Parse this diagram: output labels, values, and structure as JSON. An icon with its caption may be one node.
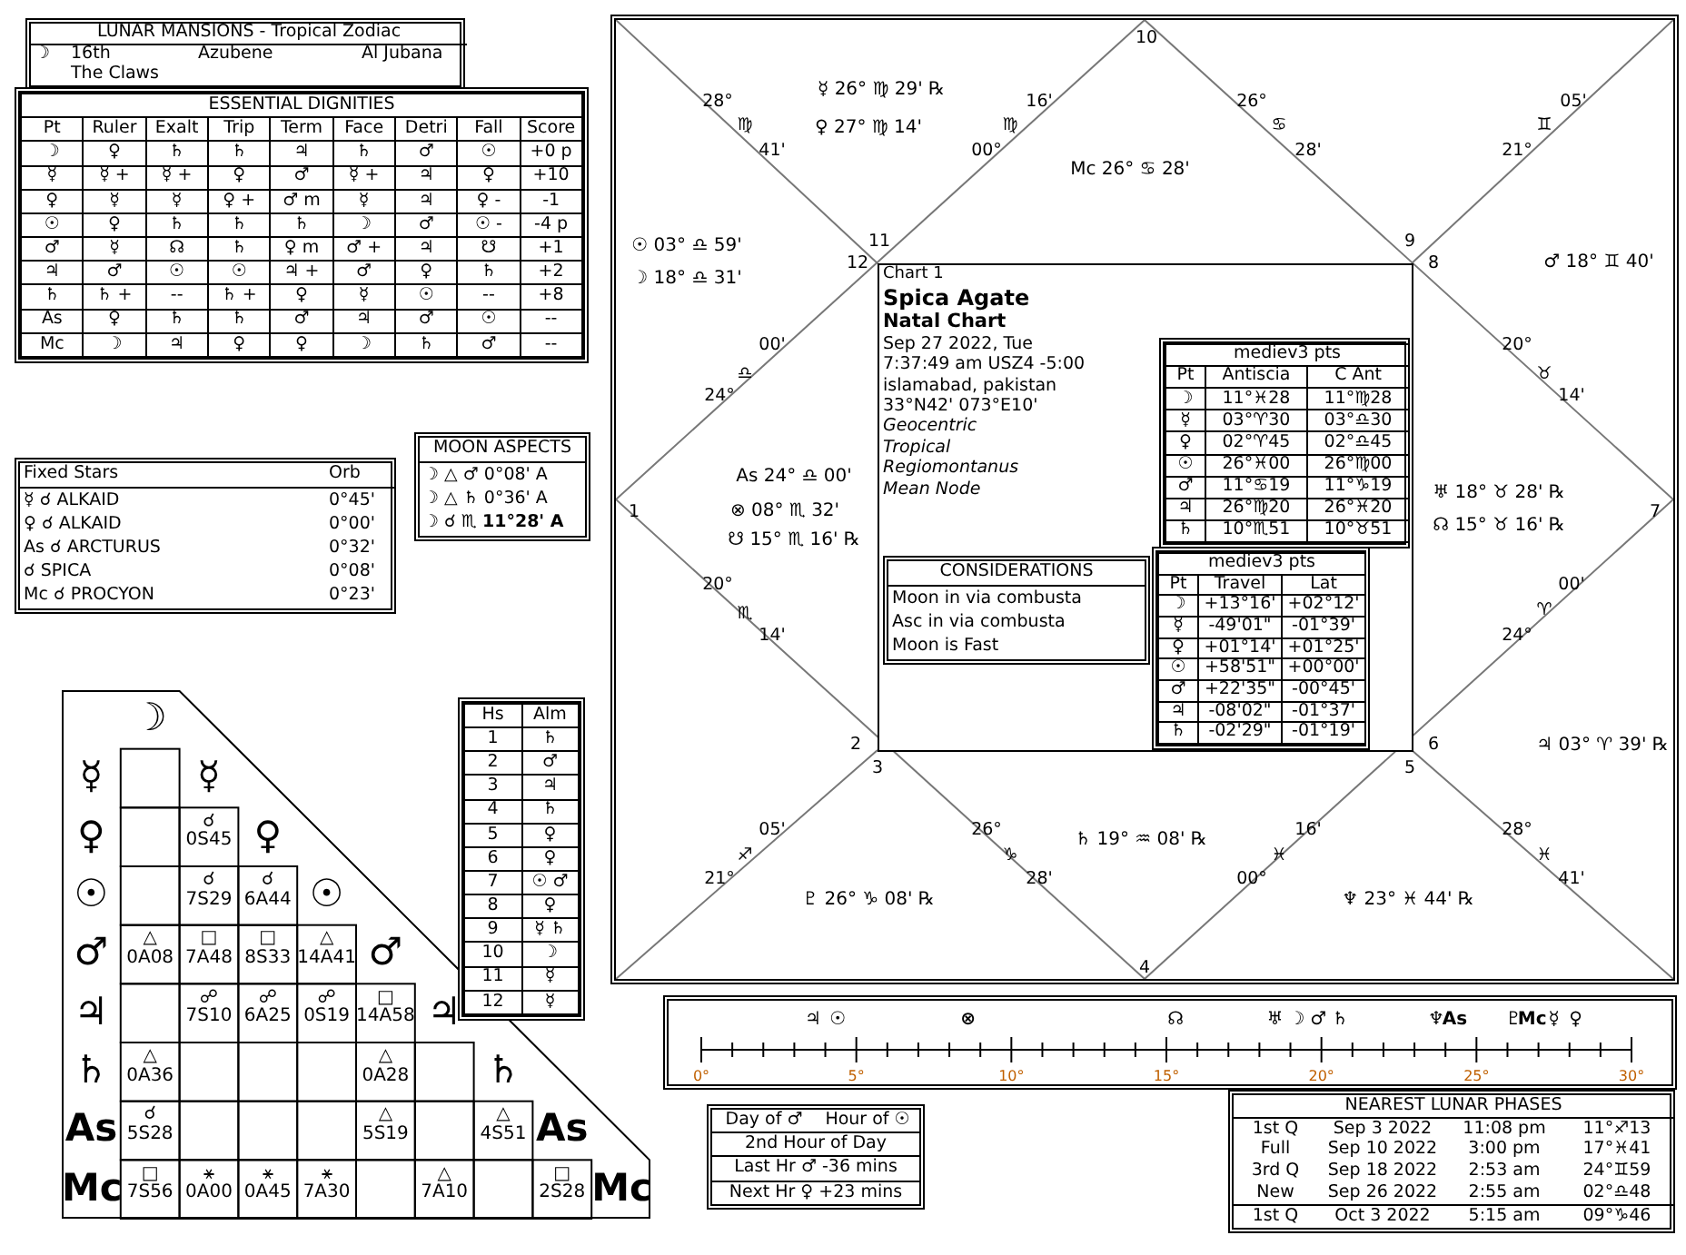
{
  "diagram": {
    "nodes": [
      {
        "text": [
          "LUNAR MANSIONS - Tropical Zodiac",
          "☽",
          "16th",
          "Azubene",
          "Al Jubana",
          "The Claws"
        ]
      },
      {
        "text": [
          "ESSENTIAL DIGNITIES",
          "Pt",
          "Ruler",
          "Exalt",
          "Trip",
          "Term",
          "Face",
          "Detri",
          "Fall",
          "Score",
          "☽",
          "♀",
          "♄",
          "♄",
          "♃",
          "♄",
          "♂",
          "☉",
          "+0 p",
          "☿",
          "☿ +",
          "☿ +",
          "♀",
          "♂",
          "☿ +",
          "♃",
          "♀",
          "+10",
          "♀",
          "☿",
          "☿",
          "♀ +",
          "♂ m",
          "☿",
          "♃",
          "♀ -",
          "-1",
          "☉",
          "♀",
          "♄",
          "♄",
          "♄",
          "☽",
          "♂",
          "☉ -",
          "-4 p",
          "♂",
          "☿",
          "☊",
          "♄",
          "♀ m",
          "♂ +",
          "♃",
          "☋",
          "+1",
          "♃",
          "♂",
          "☉",
          "☉",
          "♃ +",
          "♂",
          "♀",
          "♄",
          "+2",
          "♄",
          "♄ +",
          "--",
          "♄ +",
          "♀",
          "☿",
          "☉",
          "--",
          "+8",
          "As",
          "♀",
          "♄",
          "♄",
          "♂",
          "♃",
          "♂",
          "☉",
          "--",
          "Mc",
          "☽",
          "♃",
          "♀",
          "♀",
          "☽",
          "♄",
          "♂",
          "--"
        ]
      },
      {
        "text": [
          "Fixed Stars",
          "Orb",
          "☿   ☌  ALKAID",
          "0°45'",
          "♀   ☌  ALKAID",
          "0°00'",
          "As  ☌  ARCTURUS",
          "0°32'",
          "☌  SPICA",
          "0°08'",
          "Mc  ☌  PROCYON",
          "0°23'"
        ]
      },
      {
        "text": [
          "MOON ASPECTS",
          "☽  △  ♂   0°08' A",
          "☽  △  ♄   0°36' A",
          "☽  ☌  ♏  **11°28' A**"
        ]
      },
      {
        "text": [
          "☽",
          "☿",
          "☿",
          "♀",
          "☌ 0S45",
          "♀",
          "☉",
          "☌ 7S29",
          "☌ 6A44",
          "☉",
          "♂",
          "△ 0A08",
          "□ 7A48",
          "□ 8S33",
          "△ 14A41",
          "♂",
          "♃",
          "☍ 7S10",
          "☍ 6A25",
          "☍ 0S19",
          "□ 14A58",
          "♃",
          "♄",
          "△ 0A36",
          "△ 0A28",
          "♄",
          "As",
          "☌ 5S28",
          "△ 5S19",
          "△ 4S51",
          "As",
          "Mc",
          "□ 7S56",
          "⚹ 0A00",
          "⚹ 0A45",
          "⚹ 7A30",
          "△ 7A10",
          "□ 2S28",
          "Mc"
        ]
      },
      {
        "text": [
          "Hs",
          "Alm",
          "1",
          "♄",
          "2",
          "♂",
          "3",
          "♃",
          "4",
          "♄",
          "5",
          "♀",
          "6",
          "♀",
          "7",
          "☉ ♂",
          "8",
          "♀",
          "9",
          "☿ ♄",
          "10",
          "☽",
          "11",
          "☿",
          "12",
          "☿"
        ]
      },
      {
        "text": [
          "10",
          "28°",
          "☿ 26° ♍ 29' ℞",
          "16'",
          "26°",
          "05'",
          "♍",
          "♀ 27° ♍ 14'",
          "♍",
          "♋",
          "♊",
          "41'",
          "00°",
          "28'",
          "21°",
          "Mc 26° ♋ 28'",
          "☉ 03° ♎ 59'",
          "11",
          "9",
          "12",
          "8",
          "♂ 18° ♊ 40'",
          "☽ 18° ♎ 31'",
          "00'",
          "20°",
          "♎",
          "♉",
          "24°",
          "14'",
          "As 24° ♎ 00'",
          "♅ 18° ♉ 28' ℞",
          "1",
          "⊗ 08° ♏ 32'",
          "7",
          "☊ 15° ♉ 16' ℞",
          "☋ 15° ♏ 16' ℞",
          "20°",
          "00'",
          "♏",
          "♈",
          "14'",
          "24°",
          "2",
          "6",
          "♃ 03° ♈ 39' ℞",
          "3",
          "5",
          "05'",
          "26°",
          "16'",
          "28°",
          "♄ 19° ♒ 08' ℞",
          "♐",
          "♑",
          "♓",
          "♓",
          "21°",
          "28'",
          "00°",
          "41'",
          "♇ 26° ♑ 08' ℞",
          "♆ 23° ♓ 44' ℞",
          "4"
        ]
      },
      {
        "text": [
          "Chart 1",
          "Spica Agate",
          "Natal Chart",
          "Sep 27 2022, Tue",
          "7:37:49 am  USZ4 -5:00",
          "islamabad, pakistan",
          "33°N42' 073°E10'",
          "Geocentric",
          "Tropical",
          "Regiomontanus",
          "Mean Node"
        ],
        "in": 6
      },
      {
        "text": [
          "mediev3 pts",
          "Pt",
          "Antiscia",
          "C Ant",
          "☽",
          "11°♓28",
          "11°♍28",
          "☿",
          "03°♈30",
          "03°♎30",
          "♀",
          "02°♈45",
          "02°♎45",
          "☉",
          "26°♓00",
          "26°♍00",
          "♂",
          "11°♋19",
          "11°♑19",
          "♃",
          "26°♍20",
          "26°♓20",
          "♄",
          "10°♏51",
          "10°♉51"
        ],
        "in": 7
      },
      {
        "text": [
          "CONSIDERATIONS",
          "Moon in via combusta",
          "Asc in via combusta",
          "Moon is Fast"
        ],
        "in": 7
      },
      {
        "text": [
          "mediev3 pts",
          "Pt",
          "Travel",
          "Lat",
          "☽",
          "+13°16'",
          "+02°12'",
          "☿",
          "-49'01\"",
          "-01°39'",
          "♀",
          "+01°14'",
          "+01°25'",
          "☉",
          "+58'51\"",
          "+00°00'",
          "♂",
          "+22'35\"",
          "-00°45'",
          "♃",
          "-08'02\"",
          "-01°37'",
          "♄",
          "-02'29\"",
          "-01°19'"
        ],
        "in": 7
      },
      {
        "text": [
          "♃",
          "☉",
          "⊗",
          "☊",
          "♅",
          "☽",
          "♂",
          "♄",
          "♆",
          "As",
          "♇",
          "Mc",
          "☿",
          "♀",
          "0°",
          "5°",
          "10°",
          "15°",
          "20°",
          "25°",
          "30°"
        ]
      },
      {
        "text": [
          "Day of ♂",
          "Hour of ☉",
          "2nd Hour of Day",
          "Last Hr  ♂  -36 mins",
          "Next Hr  ♀  +23 mins"
        ]
      },
      {
        "text": [
          "NEAREST LUNAR PHASES",
          "1st Q",
          "Sep 3 2022",
          "11:08 pm",
          "11°♐13",
          "Full",
          "Sep 10 2022",
          "3:00 pm",
          "17°♓41",
          "3rd Q",
          "Sep 18 2022",
          "2:53 am",
          "24°♊59",
          "New",
          "Sep 26 2022",
          "2:55 am",
          "02°♎48",
          "1st Q",
          "Oct 3 2022",
          "5:15 am",
          "09°♑46"
        ]
      }
    ]
  }
}
